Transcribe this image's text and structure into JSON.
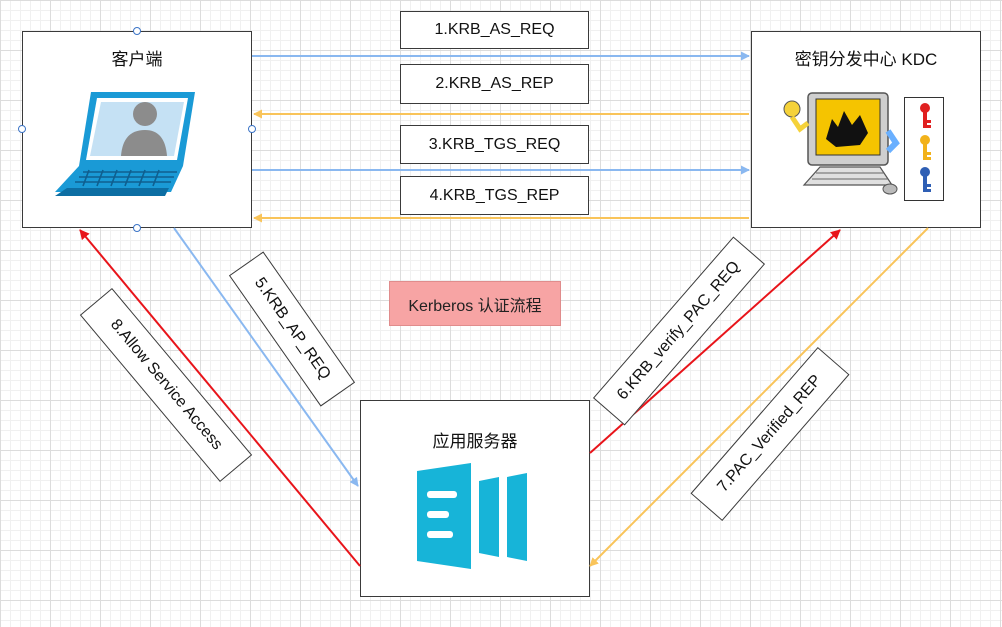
{
  "nodes": {
    "client": {
      "label": "客户端"
    },
    "kdc": {
      "label": "密钥分发中心 KDC"
    },
    "app_server": {
      "label": "应用服务器"
    }
  },
  "messages": {
    "m1": "1.KRB_AS_REQ",
    "m2": "2.KRB_AS_REP",
    "m3": "3.KRB_TGS_REQ",
    "m4": "4.KRB_TGS_REP",
    "m5": "5.KRB_AP_REQ",
    "m6": "6.KRB_verify_PAC_REQ",
    "m7": "7.PAC_Verified_REP",
    "m8": "8.Allow Service Access"
  },
  "title": "Kerberos 认证流程",
  "colors": {
    "request_arrow": "#8ab8f0",
    "response_arrow": "#f9c45a",
    "red_arrow": "#e8141a",
    "app_icon": "#17b4d8",
    "laptop": "#1a9ad6",
    "key_red": "#e02020",
    "key_yellow": "#f2b21a",
    "key_blue": "#2f5fb4"
  },
  "icons": {
    "client": "laptop-icon",
    "kdc": "cerberus-computer-icon",
    "keys": "key-icon",
    "app_server": "server-app-icon"
  }
}
